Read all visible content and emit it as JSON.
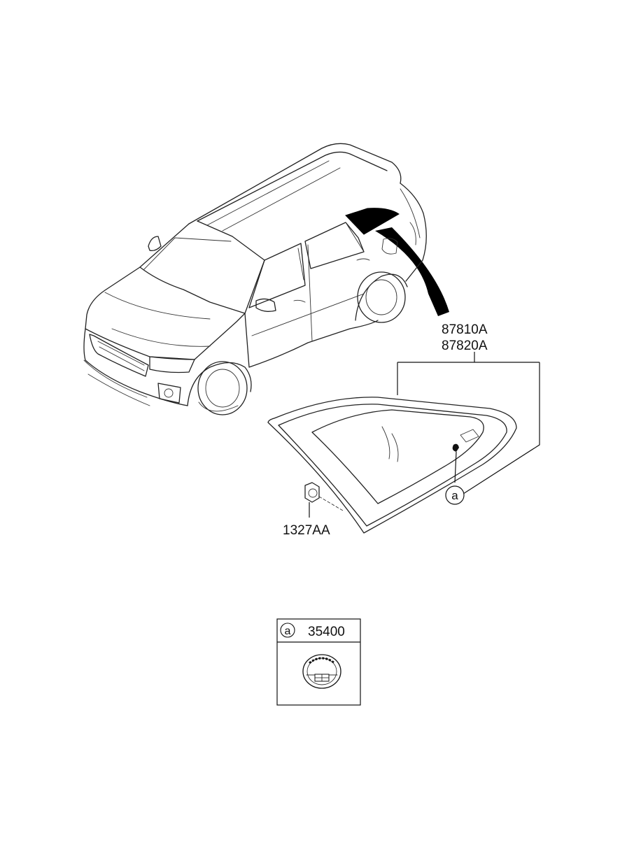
{
  "callouts": {
    "glass_part_1": "87810A",
    "glass_part_2": "87820A",
    "nut_part": "1327AA",
    "ref_marker": "a"
  },
  "detail_box": {
    "ref_marker": "a",
    "part_number": "35400"
  },
  "icons": [
    "suv-vehicle-icon",
    "quarter-glass-icon",
    "nut-icon",
    "clip-label-icon"
  ],
  "colors": {
    "line": "#222222",
    "fill_highlight": "#000000",
    "background": "#ffffff"
  }
}
